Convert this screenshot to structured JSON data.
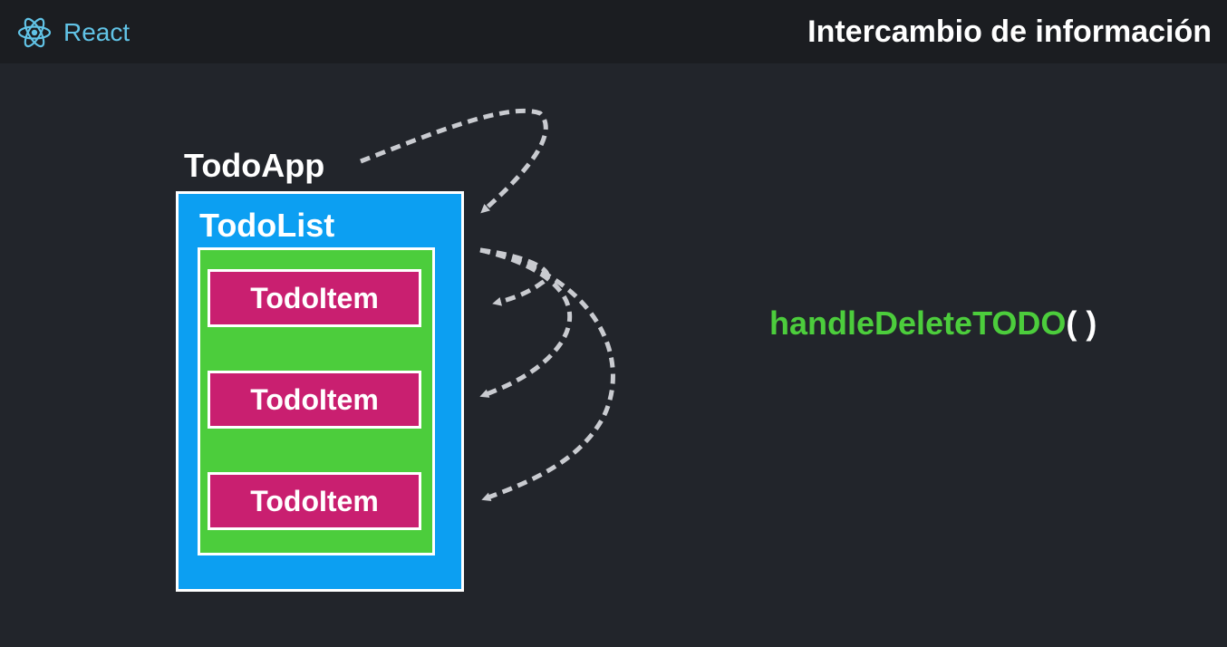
{
  "header": {
    "brand_label": "React",
    "brand_icon": "react-atom-icon",
    "title": "Intercambio de información"
  },
  "diagram": {
    "app_label": "TodoApp",
    "list_label": "TodoList",
    "items": [
      {
        "label": "TodoItem"
      },
      {
        "label": "TodoItem"
      },
      {
        "label": "TodoItem"
      }
    ],
    "handler_name": "handleDeleteTODO",
    "handler_parens": "( )"
  },
  "colors": {
    "background": "#22252b",
    "header_background": "#1b1d21",
    "react_accent": "#61c3e6",
    "todolist_blue": "#0c9ff2",
    "items_area_green": "#4ccd3c",
    "todo_item_magenta": "#c91f70",
    "handler_green": "#4ccd3c",
    "arrow_gray": "#c9cbd0"
  }
}
